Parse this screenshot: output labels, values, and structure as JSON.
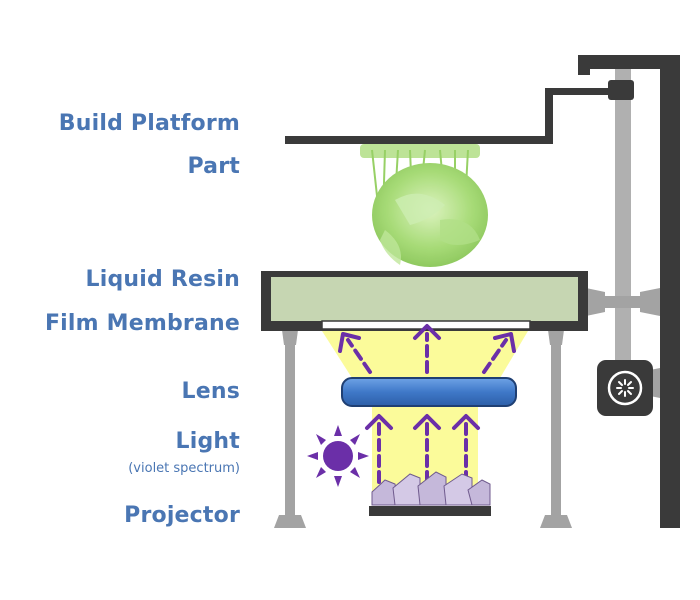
{
  "labels": {
    "build_platform": "Build Platform",
    "part": "Part",
    "liquid_resin": "Liquid Resin",
    "film_membrane": "Film Membrane",
    "lens": "Lens",
    "light": "Light",
    "light_note": "(violet spectrum)",
    "projector": "Projector"
  },
  "colors": {
    "label_blue": "#4a76b3",
    "frame_gray": "#a3a3a3",
    "dark": "#3a3a3a",
    "resin": "#c6d6b2",
    "light_yellow": "#fbfb9a",
    "lens_blue": "#3f78c8",
    "violet": "#6b2fa8",
    "part_green": "#8fcf5a"
  },
  "icons": {
    "sun": "sun-icon",
    "fan": "fan-icon"
  }
}
